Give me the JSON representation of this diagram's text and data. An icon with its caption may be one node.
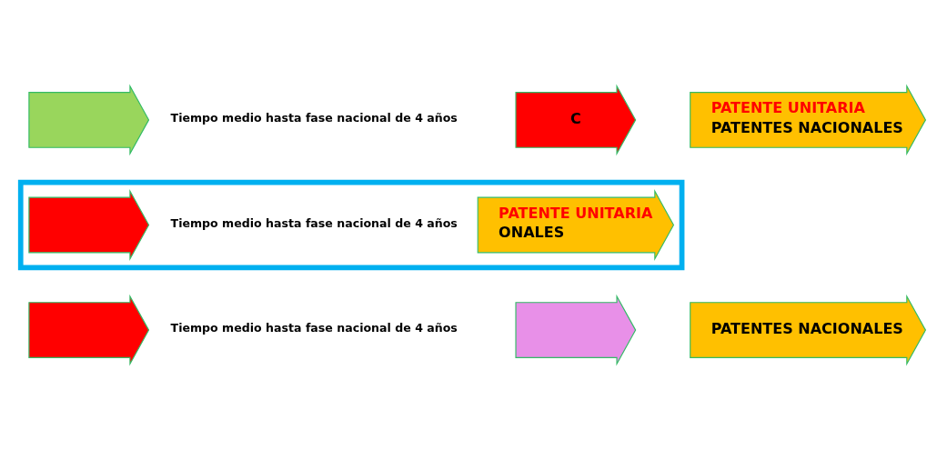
{
  "diagram": {
    "nodes": [
      {
        "text": [],
        "shape": "arrow"
      },
      {
        "text": [
          "Tiempo medio hasta fase nacional de 4 años"
        ]
      },
      {
        "text": [
          "C"
        ]
      },
      {
        "text": [
          "PATENTE UNITARIA",
          "PATENTES NACIONALES"
        ]
      },
      {
        "text": [],
        "shape": "box"
      },
      {
        "text": [],
        "shape": "arrow",
        "in": 4
      },
      {
        "text": [
          "Tiempo medio hasta fase nacional de 4 años"
        ],
        "in": 4
      },
      {
        "text": [
          "PATENTE UNITARIA",
          "ONALES"
        ],
        "in": 4
      },
      {
        "text": [],
        "shape": "arrow"
      },
      {
        "text": [
          "Tiempo medio hasta fase nacional de 4 años"
        ]
      },
      {
        "text": [],
        "shape": "arrow"
      },
      {
        "text": [
          "PATENTES NACIONALES"
        ]
      }
    ],
    "edges": []
  }
}
